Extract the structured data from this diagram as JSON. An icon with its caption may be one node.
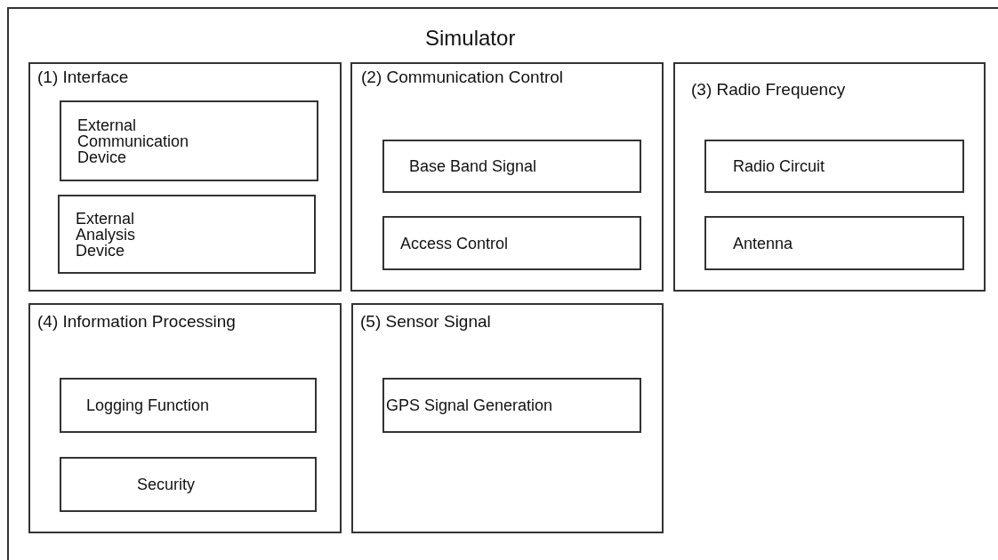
{
  "diagram": {
    "nodes": [
      {
        "text": [
          "Simulator"
        ]
      },
      {
        "text": [
          "(1) Interface"
        ],
        "in": 0
      },
      {
        "text": [
          "External Communication Device"
        ],
        "in": 1
      },
      {
        "text": [
          "External Analysis Device"
        ],
        "in": 1
      },
      {
        "text": [
          "(2) Communication Control"
        ],
        "in": 0
      },
      {
        "text": [
          "Base Band Signal"
        ],
        "in": 4
      },
      {
        "text": [
          "Access Control"
        ],
        "in": 4
      },
      {
        "text": [
          "(3) Radio Frequency"
        ],
        "in": 0
      },
      {
        "text": [
          "Radio Circuit"
        ],
        "in": 7
      },
      {
        "text": [
          "Antenna"
        ],
        "in": 7
      },
      {
        "text": [
          "(4) Information Processing"
        ],
        "in": 0
      },
      {
        "text": [
          "Logging Function"
        ],
        "in": 10
      },
      {
        "text": [
          "Security"
        ],
        "in": 10
      },
      {
        "text": [
          "(5) Sensor Signal"
        ],
        "in": 0
      },
      {
        "text": [
          "GPS Signal Generation"
        ],
        "in": 13
      }
    ]
  }
}
